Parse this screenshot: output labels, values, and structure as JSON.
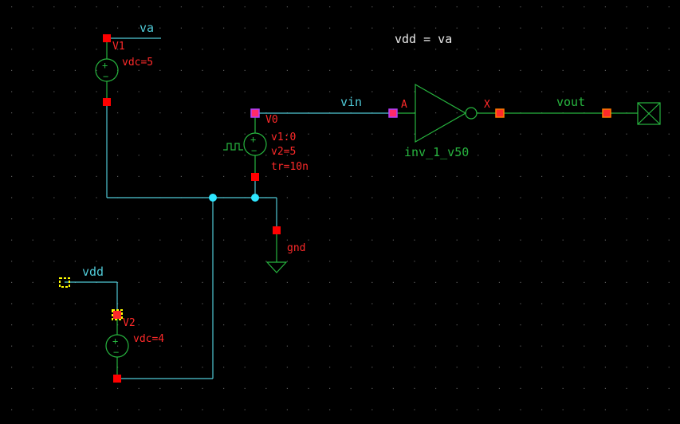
{
  "schematic": {
    "equation": "vdd = va",
    "nets": {
      "va": "va",
      "vin": "vin",
      "vout": "vout",
      "vdd": "vdd",
      "gnd": "gnd"
    },
    "v1": {
      "name": "V1",
      "param": "vdc=5"
    },
    "v0": {
      "name": "V0",
      "params": [
        "v1:0",
        "v2=5",
        "tr=10n"
      ]
    },
    "v2": {
      "name": "V2",
      "param": "vdc=4"
    },
    "inverter": {
      "name": "inv_1_v50",
      "pin_in": "A",
      "pin_out": "X"
    }
  },
  "colors": {
    "wire": "#4fc9d6",
    "symbol": "#27b53f",
    "pin": "#ff0000",
    "label_red": "#ff2a2a",
    "highlight": "#ffff00",
    "background": "#000000",
    "grid_dot": "#5a5a5a"
  }
}
